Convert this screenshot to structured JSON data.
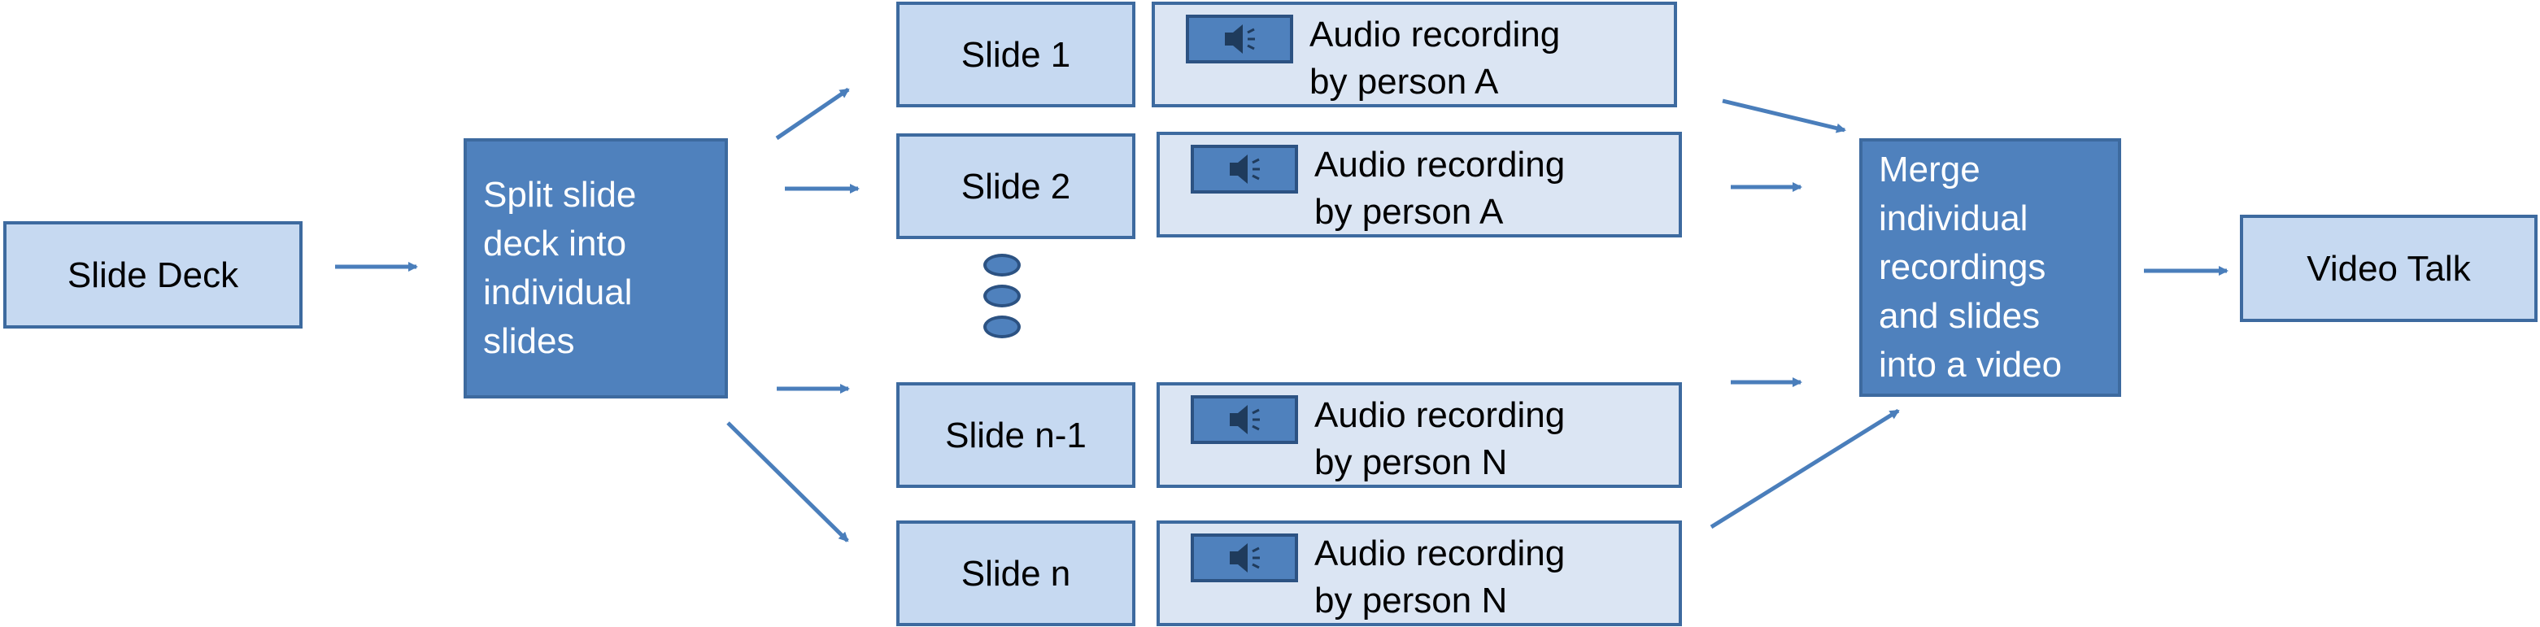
{
  "colors": {
    "dark_box": "#4f81bd",
    "light_box": "#c6d9f1",
    "pale_box": "#dbe5f3",
    "border": "#3d6a9f",
    "arrow": "#4a7ebb"
  },
  "input": {
    "label": "Slide Deck"
  },
  "split": {
    "label": "Split slide\ndeck into\nindividual\nslides"
  },
  "slides": [
    {
      "label": "Slide 1",
      "audio": "Audio recording\nby person A"
    },
    {
      "label": "Slide 2",
      "audio": "Audio recording\nby person A"
    },
    {
      "label": "Slide n-1",
      "audio": "Audio recording\nby person N"
    },
    {
      "label": "Slide n",
      "audio": "Audio recording\nby person N"
    }
  ],
  "ellipsis_icon": "vertical-ellipsis-dots",
  "speaker_icon": "speaker-icon",
  "merge": {
    "label": "Merge\nindividual\nrecordings\nand slides\ninto a video"
  },
  "output": {
    "label": "Video Talk"
  }
}
